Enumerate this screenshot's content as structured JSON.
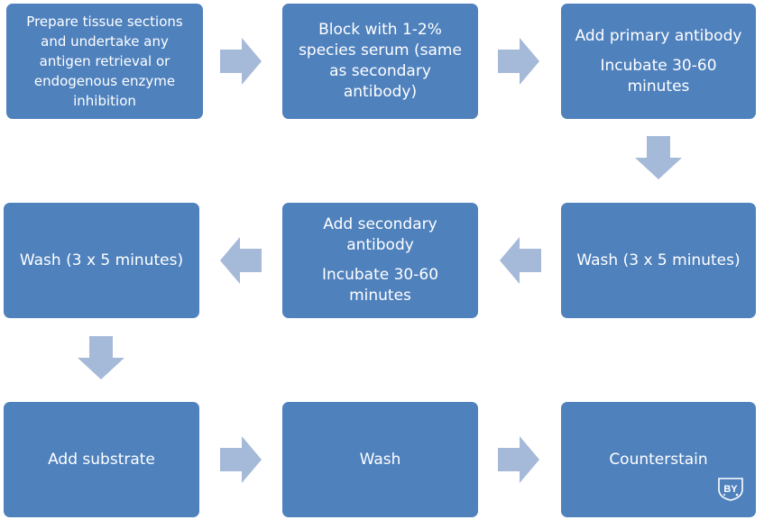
{
  "diagram": {
    "steps": [
      {
        "id": "prepare",
        "lines": [
          "Prepare tissue sections",
          "and undertake any",
          "antigen retrieval or",
          "endogenous enzyme",
          "inhibition"
        ]
      },
      {
        "id": "block",
        "lines": [
          "Block with 1-2%",
          "species serum (same",
          "as secondary antibody)"
        ]
      },
      {
        "id": "primary",
        "lines": [
          "Add primary antibody"
        ],
        "lines2": [
          "Incubate 30-60",
          "minutes"
        ]
      },
      {
        "id": "wash1",
        "lines": [
          "Wash (3 x 5 minutes)"
        ]
      },
      {
        "id": "secondary",
        "lines": [
          "Add secondary",
          "antibody"
        ],
        "lines2": [
          "Incubate 30-60",
          "minutes"
        ]
      },
      {
        "id": "wash2",
        "lines": [
          "Wash (3 x 5 minutes)"
        ]
      },
      {
        "id": "substrate",
        "lines": [
          "Add substrate"
        ]
      },
      {
        "id": "wash3",
        "lines": [
          "Wash"
        ]
      },
      {
        "id": "counterstain",
        "lines": [
          "Counterstain"
        ]
      }
    ],
    "colors": {
      "box": "#4f81bd",
      "arrow": "#a5b9d9",
      "text": "#ffffff"
    },
    "logo": {
      "text": "BY",
      "icon": "shield-logo-icon"
    }
  }
}
